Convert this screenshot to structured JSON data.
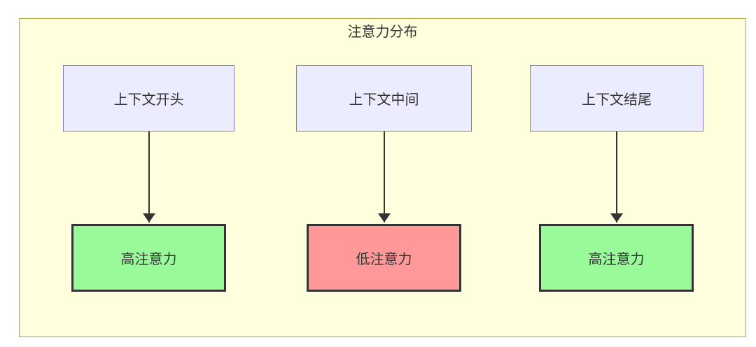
{
  "diagram": {
    "title": "注意力分布",
    "sources": [
      {
        "label": "上下文开头"
      },
      {
        "label": "上下文中间"
      },
      {
        "label": "上下文结尾"
      }
    ],
    "targets": [
      {
        "label": "高注意力",
        "level": "high"
      },
      {
        "label": "低注意力",
        "level": "low"
      },
      {
        "label": "高注意力",
        "level": "high"
      }
    ],
    "edges": [
      {
        "from": "上下文开头",
        "to": "高注意力"
      },
      {
        "from": "上下文中间",
        "to": "低注意力"
      },
      {
        "from": "上下文结尾",
        "to": "高注意力"
      }
    ],
    "colors": {
      "canvas_background": "#ffffff",
      "group_fill": "#ffffde",
      "group_border": "#aaaa33",
      "source_fill": "#ececff",
      "source_border": "#9370db",
      "high_attention_fill": "#99fa99",
      "low_attention_fill": "#ff9898",
      "target_border": "#333333",
      "arrow": "#333333",
      "text": "#333333"
    }
  }
}
